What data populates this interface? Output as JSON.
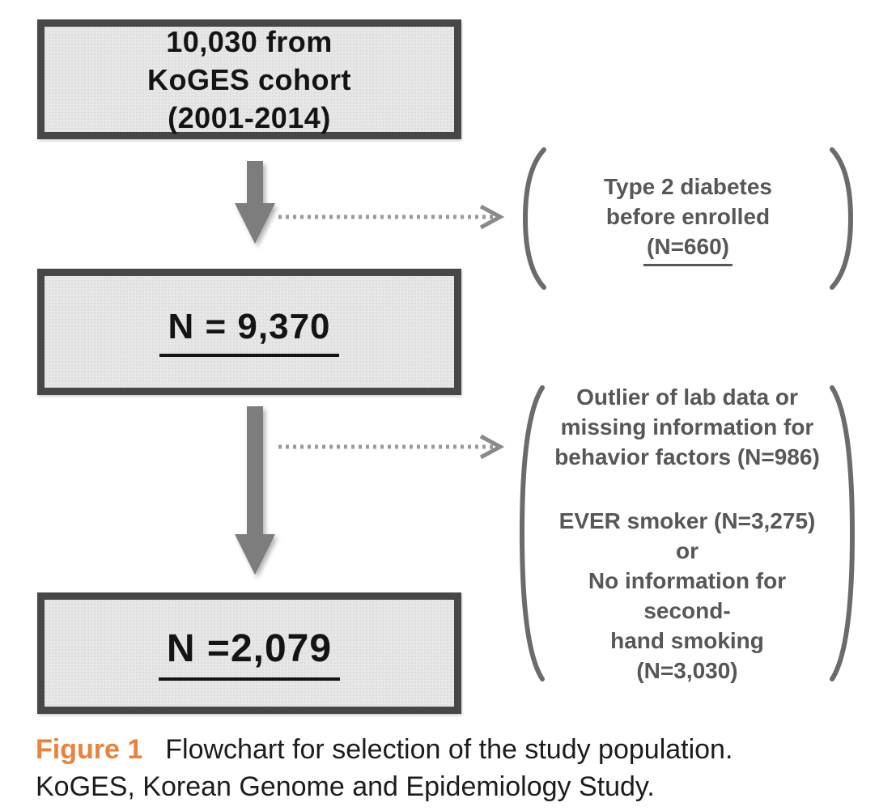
{
  "flow": {
    "box1": {
      "lines": [
        "10,030 from",
        "KoGES cohort",
        "(2001-2014)"
      ]
    },
    "box2": {
      "label": "N = 9,370"
    },
    "box3": {
      "label": "N =2,079"
    },
    "note1": {
      "lines": [
        "Type 2 diabetes",
        "before enrolled"
      ],
      "underlined": "(N=660)"
    },
    "note2": {
      "para1": [
        "Outlier of lab data or",
        "missing information for",
        "behavior factors (N=986)"
      ],
      "para2": [
        "EVER smoker (N=3,275) or",
        "No information for second-",
        "hand smoking",
        "(N=3,030)"
      ]
    }
  },
  "caption": {
    "label": "Figure 1",
    "sentence1": "Flowchart for selection of the study population.",
    "sentence2": "KoGES, Korean Genome and Epidemiology Study."
  },
  "colors": {
    "background": "#ffffff",
    "box_fill": "#e7e7e7",
    "box_border": "#474747",
    "box_text": "#141414",
    "arrow": "#7d7d7d",
    "dotted_line": "#9a9a9a",
    "bracket": "#6b6b6b",
    "note_text": "#575757",
    "caption_accent": "#e8823c",
    "caption_text": "#1c1c1c"
  }
}
